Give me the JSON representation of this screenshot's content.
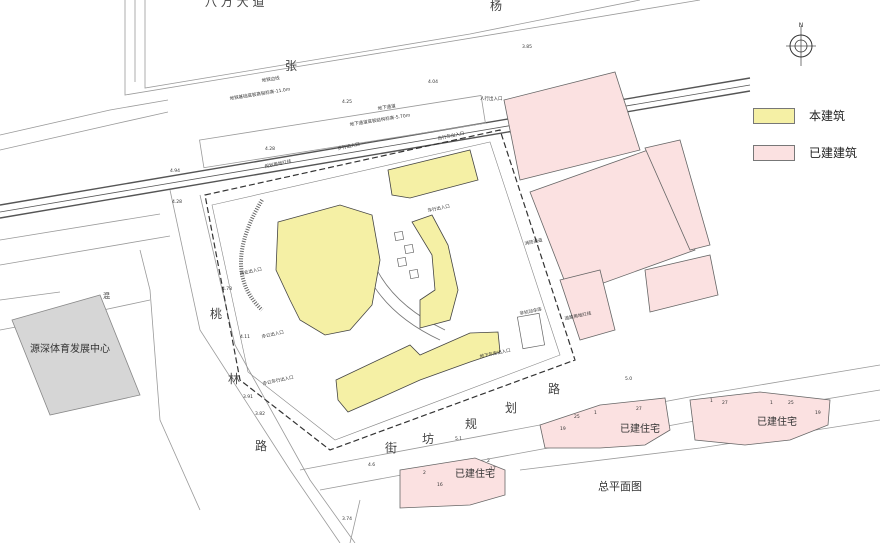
{
  "legend": {
    "items": [
      {
        "label": "本建筑",
        "color": "#f5f0a5"
      },
      {
        "label": "已建建筑",
        "color": "#fbe1e1"
      }
    ]
  },
  "title": "总平面图",
  "roads": {
    "top_fragment": "八 万 大 道",
    "north_road": [
      "张",
      "杨"
    ],
    "west_road": [
      "桃",
      "林",
      "路"
    ],
    "south_road": [
      "街",
      "坊",
      "规",
      "划",
      "路"
    ]
  },
  "landmarks": {
    "sports_center": "源深体育发展中心",
    "sports_marker": "混"
  },
  "existing_housing_labels": [
    "已建住宅",
    "已建住宅",
    "已建住宅"
  ],
  "site_annotations": {
    "subway_line": "地铁边线",
    "subway_protect": "地铁基础底板高程标高-11.0m",
    "underground_passage": "地下通道",
    "underground_passage_level": "地下通道底板结构标高-5.70m",
    "people_entrance_1": "人行出入口",
    "people_entrance_2": "步行出入口",
    "bike_entrance": "自行车出入口",
    "vehicle_entrance": "车行出入口",
    "fire_channel": "消防通道",
    "road_redline": "规划用地红线",
    "road_redline_2": "道路用地红线",
    "office_entrance": "办公出入口",
    "office_vehicle": "办公车行出入口",
    "mall_entrance": "商业出入口",
    "parking_entrance": "地下车库出入口",
    "garage": "非机动车库"
  },
  "dimensions": {
    "d1": "4.94",
    "d2": "4.25",
    "d3": "3.85",
    "d4": "4.04",
    "d5": "4.28",
    "d6": "4.78",
    "d7": "4.11",
    "d8": "3.91",
    "d9": "3.82",
    "d10": "4.6",
    "d11": "5.1",
    "d12": "5.0",
    "d13": "3.74",
    "d14": "4.28"
  },
  "house_numbers": {
    "sw": [
      "2",
      "16",
      "2",
      "17"
    ],
    "s1": [
      "19",
      "25",
      "1",
      "27"
    ],
    "s2": [
      "1",
      "27",
      "1",
      "25",
      "19"
    ]
  },
  "compass_letter": "N"
}
